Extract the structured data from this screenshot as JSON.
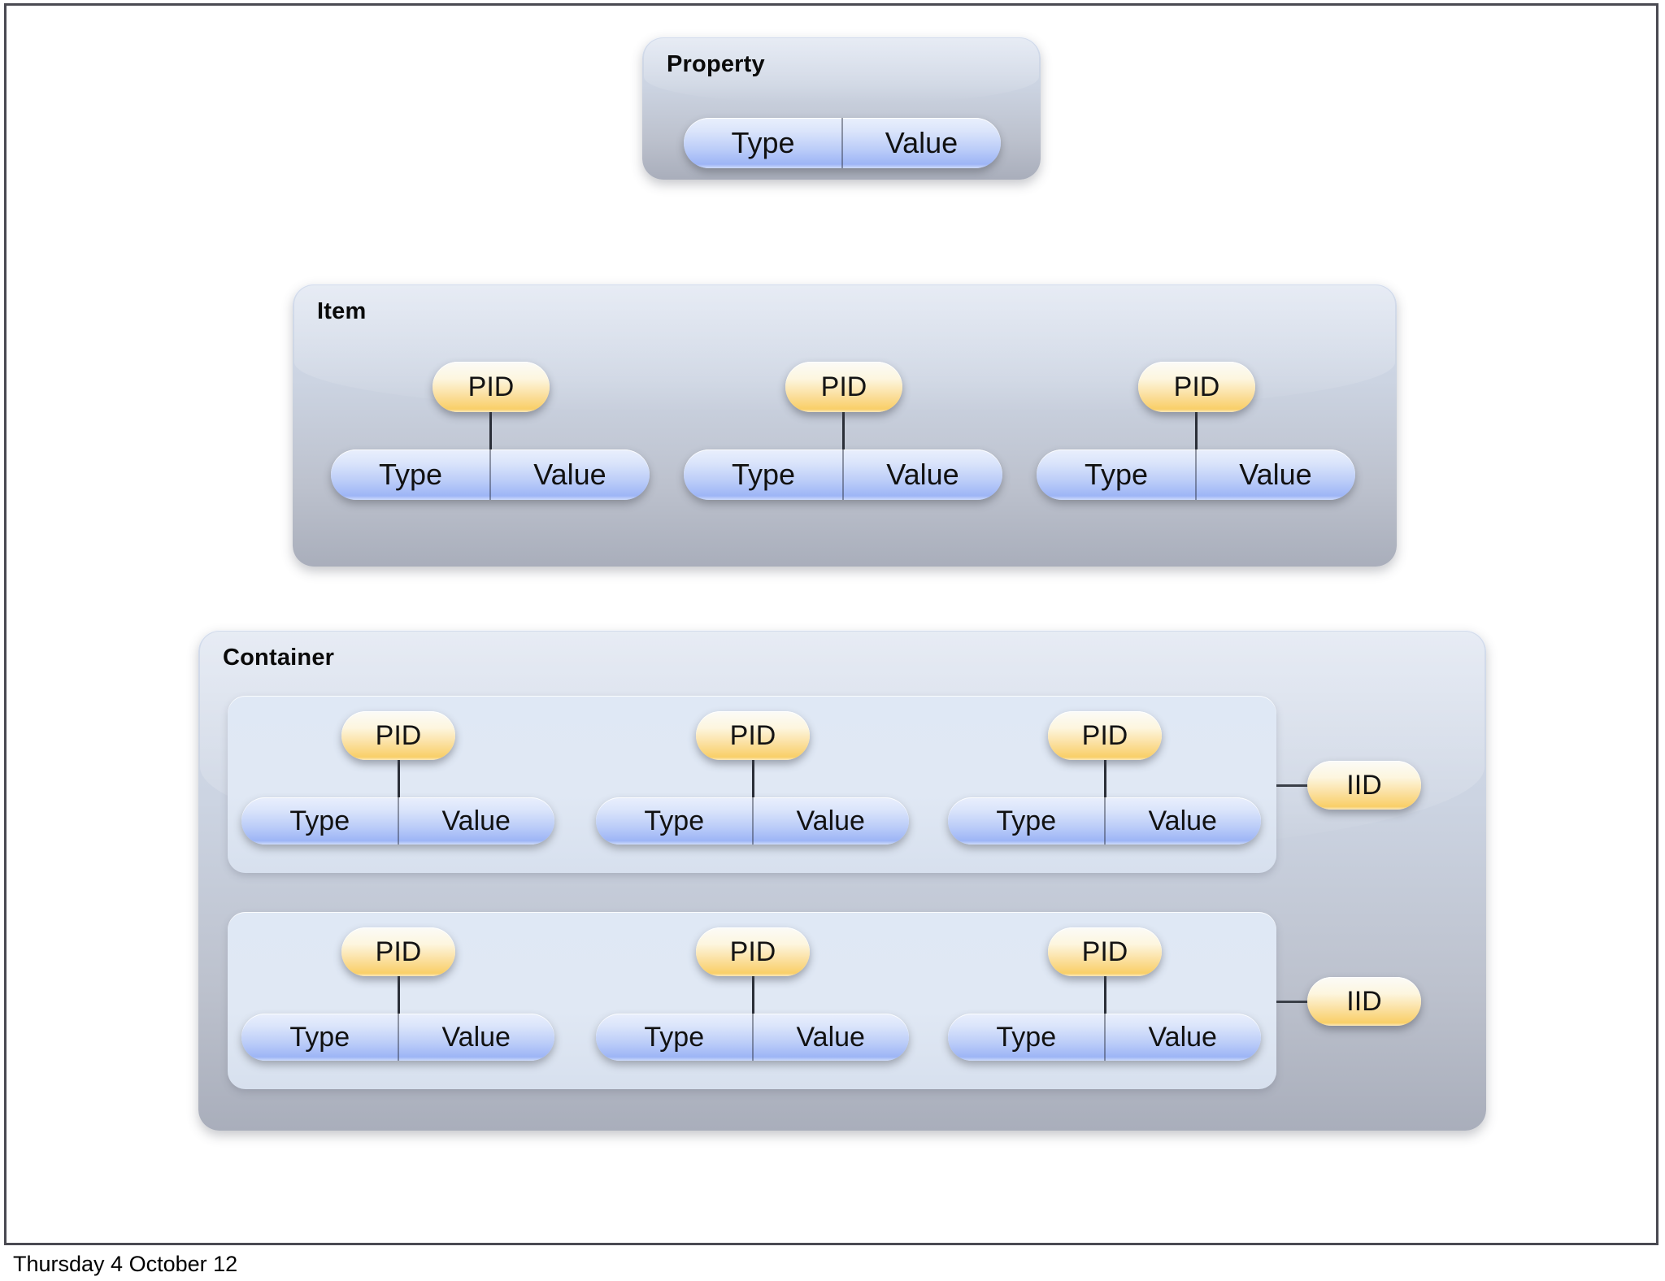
{
  "slide": {
    "footer_text": "Thursday 4 October 12"
  },
  "labels": {
    "type": "Type",
    "value": "Value",
    "pid": "PID",
    "iid": "IID"
  },
  "colors": {
    "group_fill_top": "#d3dcec",
    "group_fill_bottom": "#a9aebb",
    "inner_panel_fill": "#dfe8f5",
    "id_pill_accent": "#f9cf68",
    "tv_pill_accent": "#9db5f6",
    "connector": "#2b2f38",
    "slide_border": "#4a4a52"
  },
  "groups": [
    {
      "id": "property",
      "title": "Property",
      "pills": [
        {
          "type": "Type",
          "value": "Value"
        }
      ]
    },
    {
      "id": "item",
      "title": "Item",
      "pills": [
        {
          "pid": "PID",
          "type": "Type",
          "value": "Value"
        },
        {
          "pid": "PID",
          "type": "Type",
          "value": "Value"
        },
        {
          "pid": "PID",
          "type": "Type",
          "value": "Value"
        }
      ]
    },
    {
      "id": "container",
      "title": "Container",
      "rows": [
        {
          "iid": "IID",
          "pills": [
            {
              "pid": "PID",
              "type": "Type",
              "value": "Value"
            },
            {
              "pid": "PID",
              "type": "Type",
              "value": "Value"
            },
            {
              "pid": "PID",
              "type": "Type",
              "value": "Value"
            }
          ]
        },
        {
          "iid": "IID",
          "pills": [
            {
              "pid": "PID",
              "type": "Type",
              "value": "Value"
            },
            {
              "pid": "PID",
              "type": "Type",
              "value": "Value"
            },
            {
              "pid": "PID",
              "type": "Type",
              "value": "Value"
            }
          ]
        }
      ]
    }
  ]
}
